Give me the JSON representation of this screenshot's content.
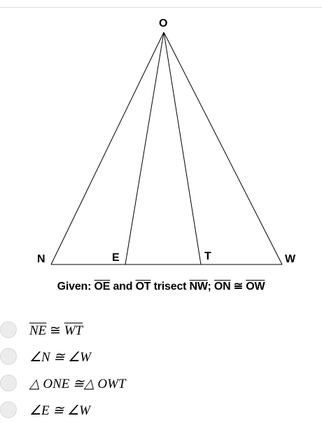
{
  "figure": {
    "points": {
      "O": "O",
      "N": "N",
      "E": "E",
      "T": "T",
      "W": "W"
    }
  },
  "given": {
    "prefix": "Given:",
    "seg1": "OE",
    "and": "and",
    "seg2": "OT",
    "trisect": "trisect",
    "seg3": "NW",
    "semicolon": ";",
    "seg4": "ON",
    "congruent": "≅",
    "seg5": "OW"
  },
  "choices": [
    {
      "left": "NE",
      "symbol": "≅",
      "right": "WT"
    },
    {
      "text": "∠N ≅ ∠W"
    },
    {
      "text": "△ ONE ≅△ OWT"
    },
    {
      "text": "∠E ≅ ∠W"
    }
  ]
}
